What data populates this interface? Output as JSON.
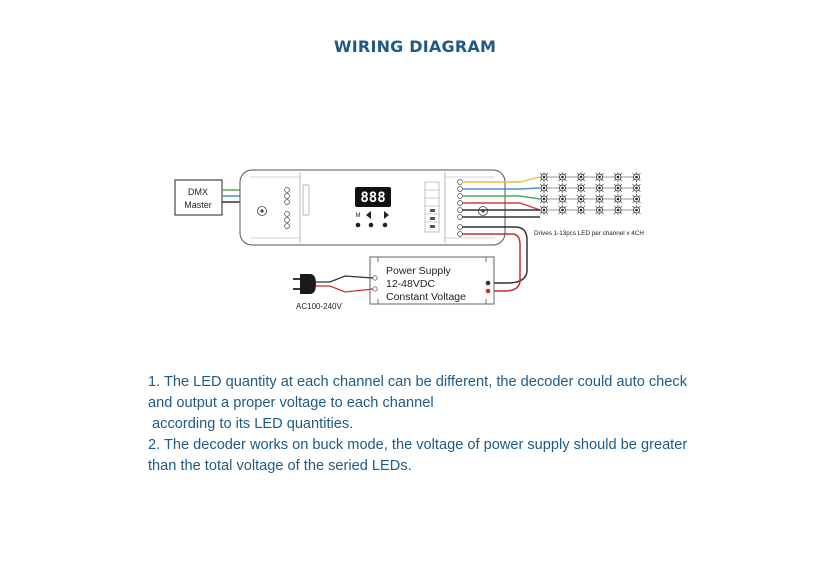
{
  "title": "WIRING DIAGRAM",
  "diagram": {
    "dmx_master": [
      "DMX",
      "Master"
    ],
    "display_digits": "888",
    "button_m": "M",
    "led_label": "Drives 1-13pcs LED per channel x 4CH",
    "power_supply": [
      "Power Supply",
      "12-48VDC",
      "Constant Voltage"
    ],
    "ac_label": "AC100-240V"
  },
  "notes": [
    "1. The LED quantity at each channel can be different, the decoder could auto check",
    "and output a proper voltage to each channel",
    " according to its LED quantities.",
    "2. The decoder works on buck mode, the voltage of power supply should be greater",
    "than the total voltage of the seried LEDs."
  ]
}
